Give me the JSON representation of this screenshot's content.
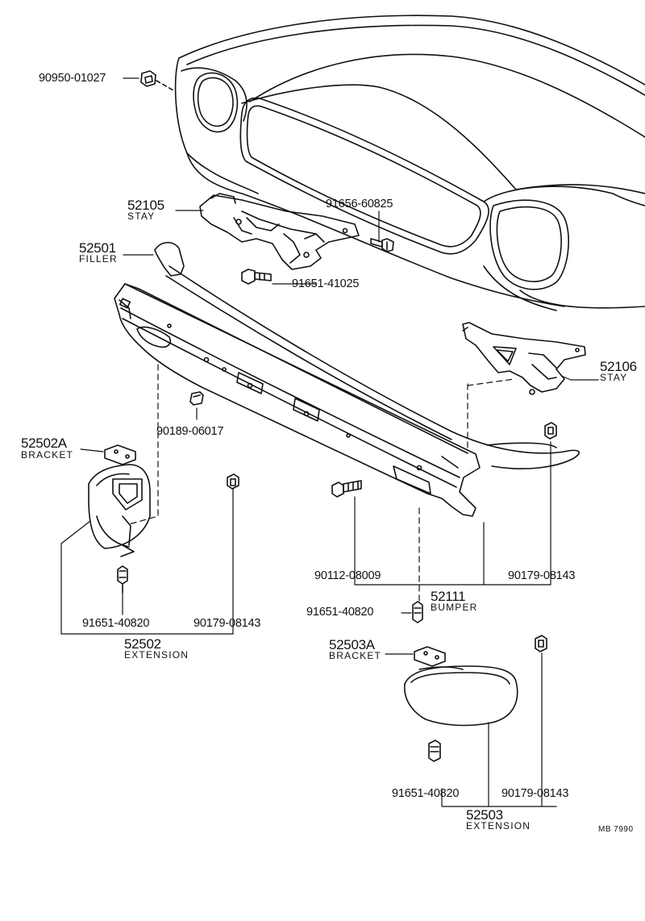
{
  "labels": {
    "p_90950": "90950-01027",
    "p_52105": "52105",
    "p_52105_name": "STAY",
    "p_91656": "91656-60825",
    "p_52501": "52501",
    "p_52501_name": "FILLER",
    "p_91651_41025": "91651-41025",
    "p_52106": "52106",
    "p_52106_name": "STAY",
    "p_52502A": "52502A",
    "p_52502A_name": "BRACKET",
    "p_90189": "90189-06017",
    "p_90112": "90112-08009",
    "p_90179_right": "90179-08143",
    "p_52111": "52111",
    "p_52111_name": "BUMPER",
    "p_91651_mid": "91651-40820",
    "p_91651_left": "91651-40820",
    "p_90179_left": "90179-08143",
    "p_52502": "52502",
    "p_52502_name": "EXTENSION",
    "p_52503A": "52503A",
    "p_52503A_name": "BRACKET",
    "p_91651_bottom": "91651-40820",
    "p_90179_bottom": "90179-08143",
    "p_52503": "52503",
    "p_52503_name": "EXTENSION",
    "code": "MB 7990"
  }
}
